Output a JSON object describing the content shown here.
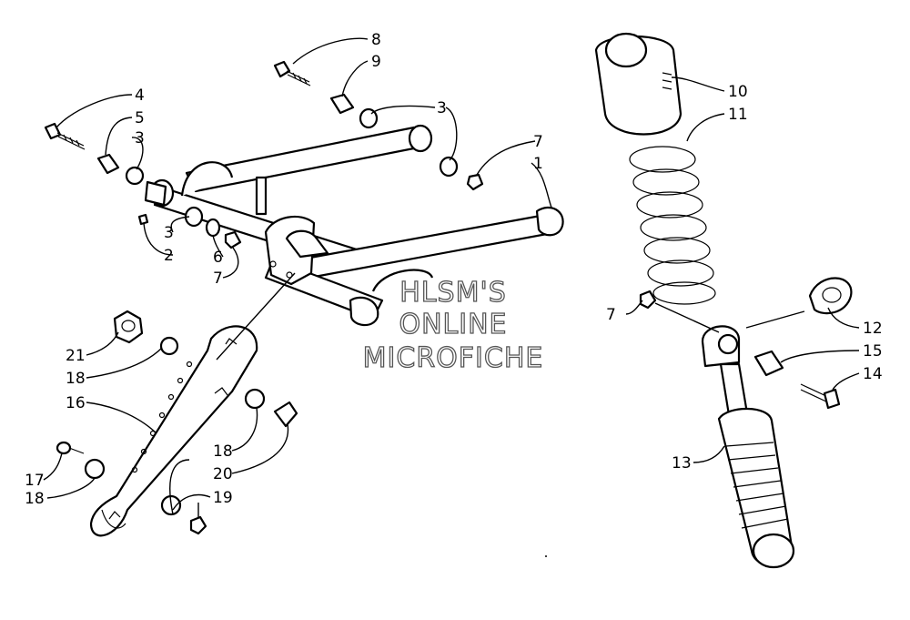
{
  "diagram": {
    "callouts": [
      "1",
      "2",
      "3",
      "4",
      "5",
      "6",
      "7",
      "8",
      "9",
      "10",
      "11",
      "12",
      "13",
      "14",
      "15",
      "16",
      "17",
      "18",
      "19",
      "20",
      "21"
    ],
    "labels": {
      "l8": "8",
      "l9": "9",
      "l3a": "3",
      "l4": "4",
      "l5": "5",
      "l3b": "3",
      "l7a": "7",
      "l1": "1",
      "l3c": "3",
      "l2": "2",
      "l6": "6",
      "l7b": "7",
      "l21": "21",
      "l18a": "18",
      "l16": "16",
      "l18b": "18",
      "l20": "20",
      "l17": "17",
      "l18c": "18",
      "l19": "19",
      "l10": "10",
      "l11": "11",
      "l7c": "7",
      "l12": "12",
      "l15": "15",
      "l14": "14",
      "l13": "13"
    },
    "watermark": [
      "HLSM'S",
      "ONLINE",
      "MICROFICHE"
    ]
  }
}
